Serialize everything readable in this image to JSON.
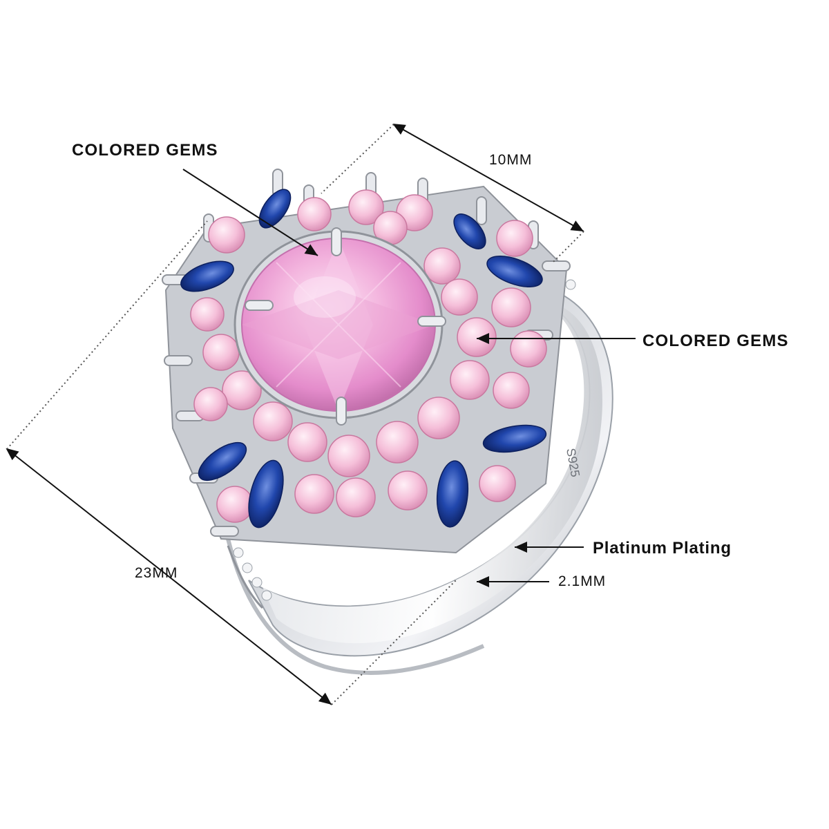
{
  "annotations": {
    "top_left_label": "COLORED GEMS",
    "right_label": "COLORED GEMS",
    "platinum_label": "Platinum Plating",
    "thickness_label": "2.1MM",
    "width_label": "10MM",
    "length_label": "23MM",
    "band_stamp": "S925"
  },
  "colors": {
    "center_stone": "#f2a8d8",
    "pink_accent": "#f4c4dc",
    "blue_marquise": "#1b3f9a",
    "metal": "#d9dbe0",
    "metal_shadow": "#8f939a",
    "line": "#222222"
  }
}
